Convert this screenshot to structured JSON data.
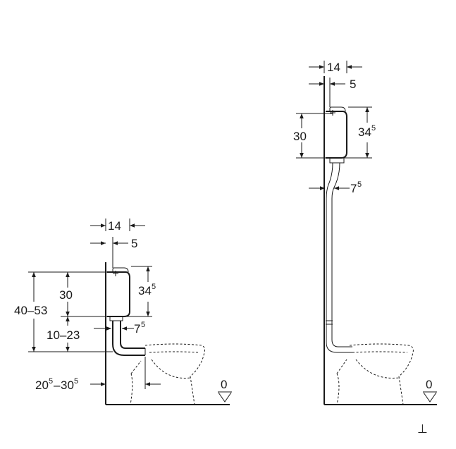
{
  "left_view": {
    "dim_width_top": "14",
    "dim_wall_offset": "5",
    "dim_tank_height_main": "34",
    "dim_tank_height_sup": "5",
    "dim_flush_height": "30",
    "dim_range_total": "40–53",
    "dim_range_lower": "10–23",
    "dim_pipe_main": "7",
    "dim_pipe_sup": "5",
    "dim_projection_a_main": "20",
    "dim_projection_a_sup": "5",
    "dim_projection_sep": "–",
    "dim_projection_b_main": "30",
    "dim_projection_b_sup": "5",
    "floor_level": "0"
  },
  "right_view": {
    "dim_width_top": "14",
    "dim_wall_offset": "5",
    "dim_tank_height_main": "34",
    "dim_tank_height_sup": "5",
    "dim_flush_height": "30",
    "dim_pipe_main": "7",
    "dim_pipe_sup": "5",
    "floor_level": "0"
  },
  "corner_symbol": "⊥"
}
